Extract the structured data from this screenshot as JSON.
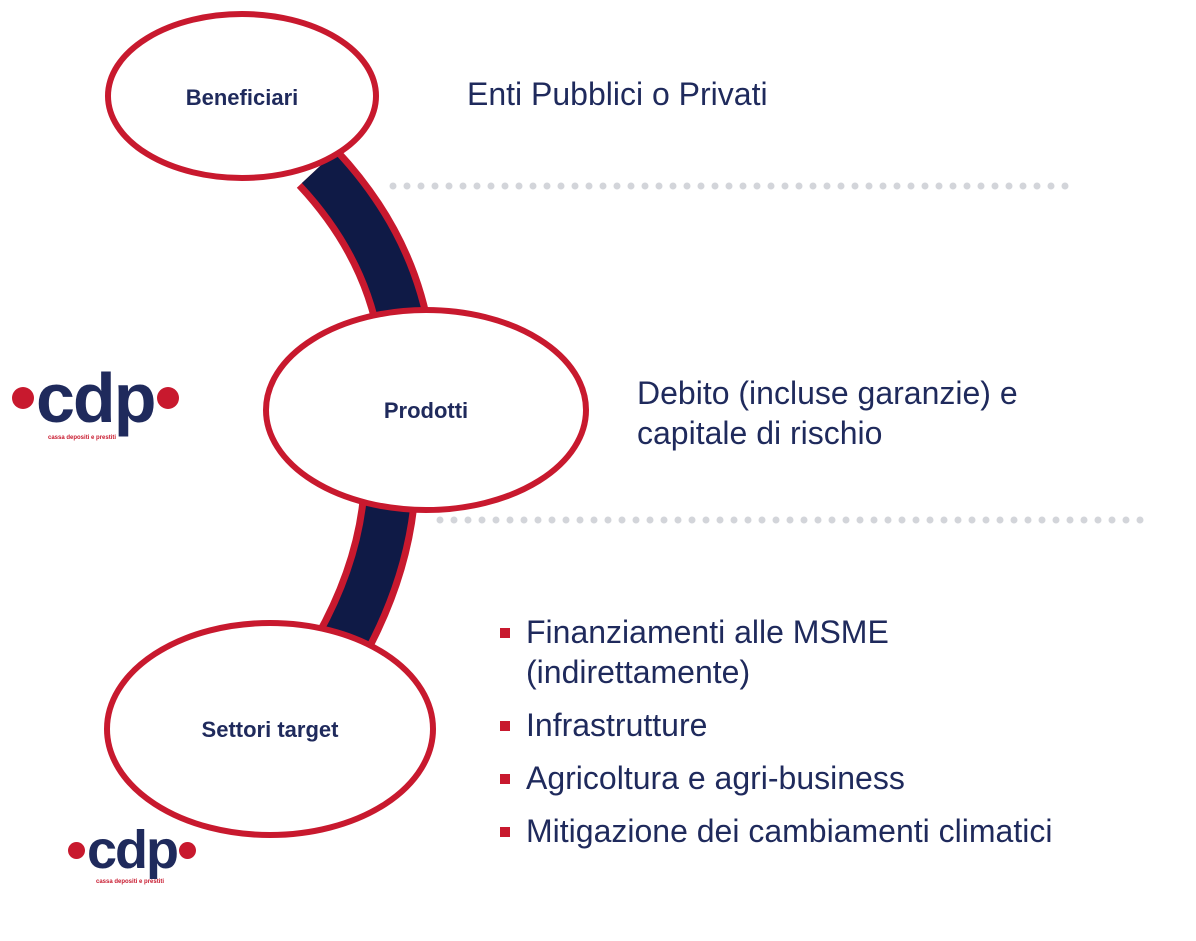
{
  "nodes": [
    {
      "label": "Beneficiari",
      "description": "Enti Pubblici o Privati"
    },
    {
      "label": "Prodotti",
      "description_lines": [
        "Debito (incluse garanzie) e",
        "capitale di rischio"
      ]
    },
    {
      "label": "Settori target",
      "bullets": [
        "Finanziamenti alle MSME (indirettamente)",
        "Infrastrutture",
        "Agricoltura e agri-business",
        "Mitigazione dei cambiamenti climatici"
      ]
    }
  ],
  "bullet_line_wraps": {
    "0": [
      "Finanziamenti alle MSME",
      "(indirettamente)"
    ]
  },
  "logo": {
    "text": "cdp",
    "tagline": "cassa depositi e prestiti"
  },
  "colors": {
    "navy": "#1f2a5c",
    "red": "#c8192e",
    "dotted_line": "#d3d5da",
    "connector": "#0f1a46"
  }
}
